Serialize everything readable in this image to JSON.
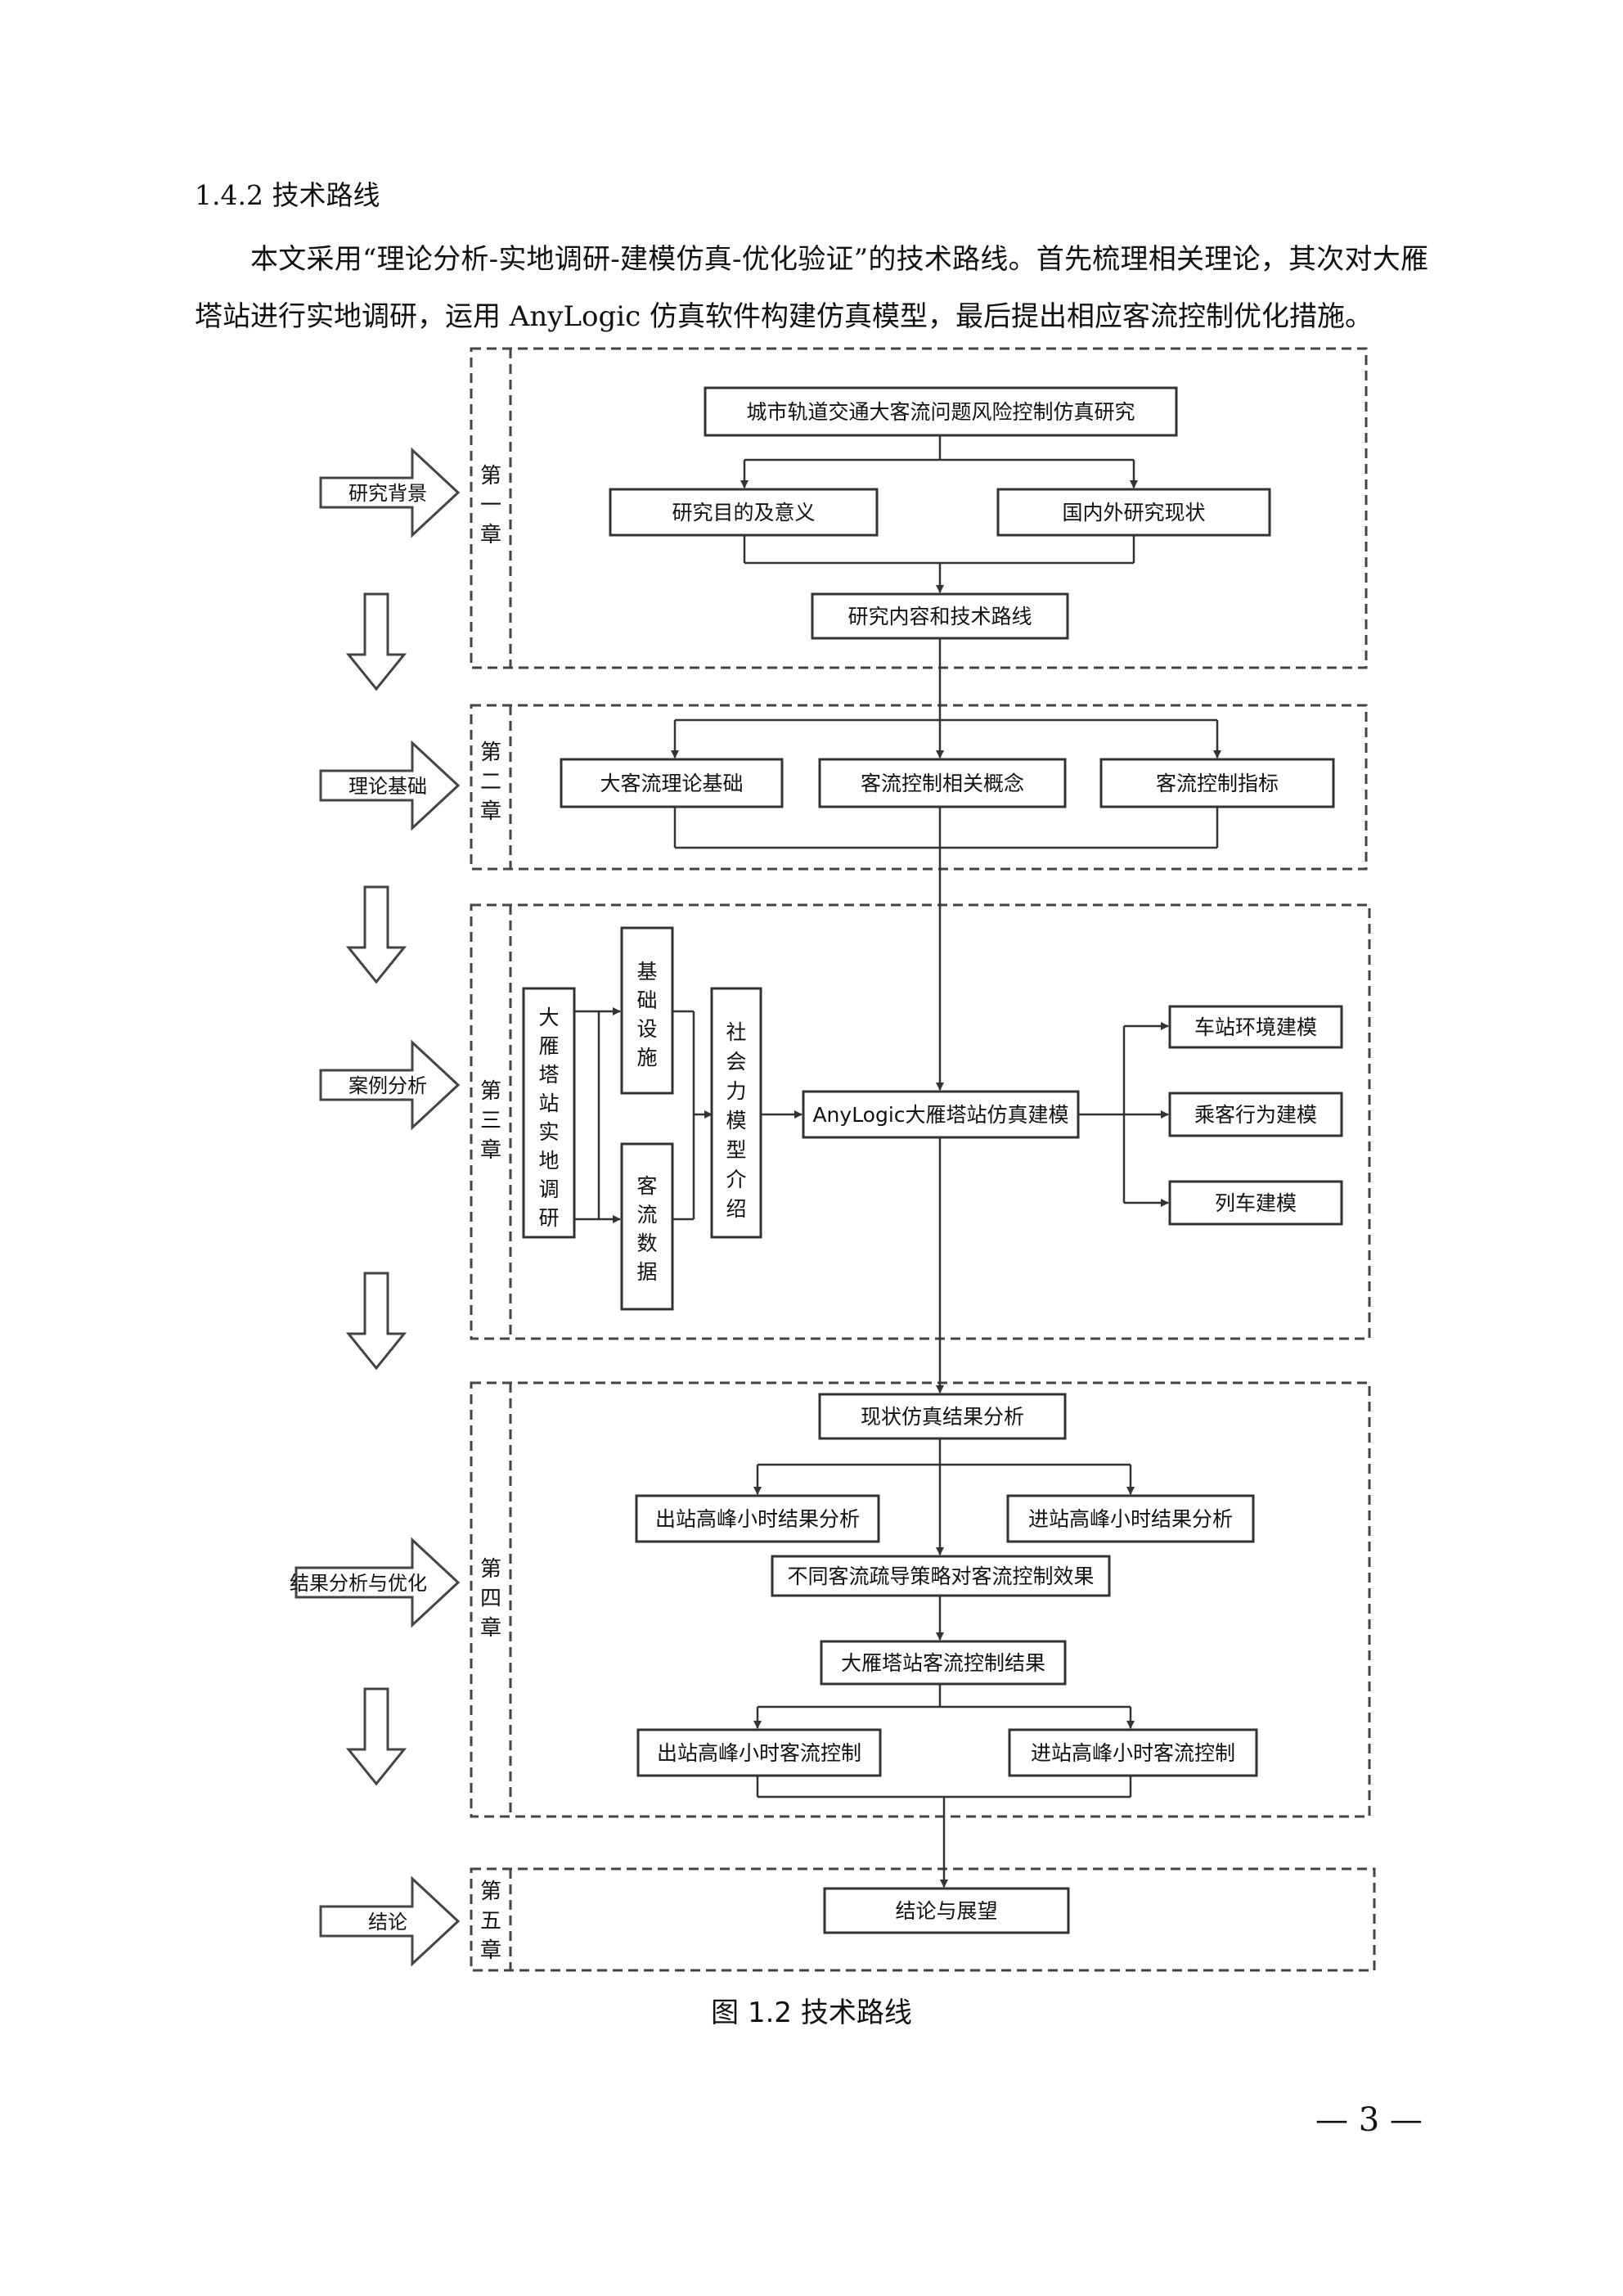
{
  "heading": "1.4.2 技术路线",
  "paragraph": "本文采用“理论分析-实地调研-建模仿真-优化验证”的技术路线。首先梳理相关理论，其次对大雁塔站进行实地调研，运用 AnyLogic 仿真软件构建仿真模型，最后提出相应客流控制优化措施。",
  "side_arrows": [
    "研究背景",
    "理论基础",
    "案例分析",
    "结果分析与优化",
    "结论"
  ],
  "chapters": [
    "第一章",
    "第二章",
    "第三章",
    "第四章",
    "第五章"
  ],
  "boxes": {
    "title": "城市轨道交通大客流问题风险控制仿真研究",
    "purpose": "研究目的及意义",
    "status": "国内外研究现状",
    "content": "研究内容和技术路线",
    "theory": "大客流理论基础",
    "concept": "客流控制相关概念",
    "indicator": "客流控制指标",
    "survey": "大雁塔站实地调研",
    "facility": "基础设施",
    "flowdata": "客流数据",
    "socialforce": "社会力模型介绍",
    "anylogic": "AnyLogic大雁塔站仿真建模",
    "env": "车站环境建模",
    "behavior": "乘客行为建模",
    "train": "列车建模",
    "current": "现状仿真结果分析",
    "out_peak": "出站高峰小时结果分析",
    "in_peak": "进站高峰小时结果分析",
    "strategy": "不同客流疏导策略对客流控制效果",
    "result": "大雁塔站客流控制结果",
    "out_ctrl": "出站高峰小时客流控制",
    "in_ctrl": "进站高峰小时客流控制",
    "conclusion": "结论与展望"
  },
  "caption": "图  1.2  技术路线",
  "page_number": "— 3 —"
}
